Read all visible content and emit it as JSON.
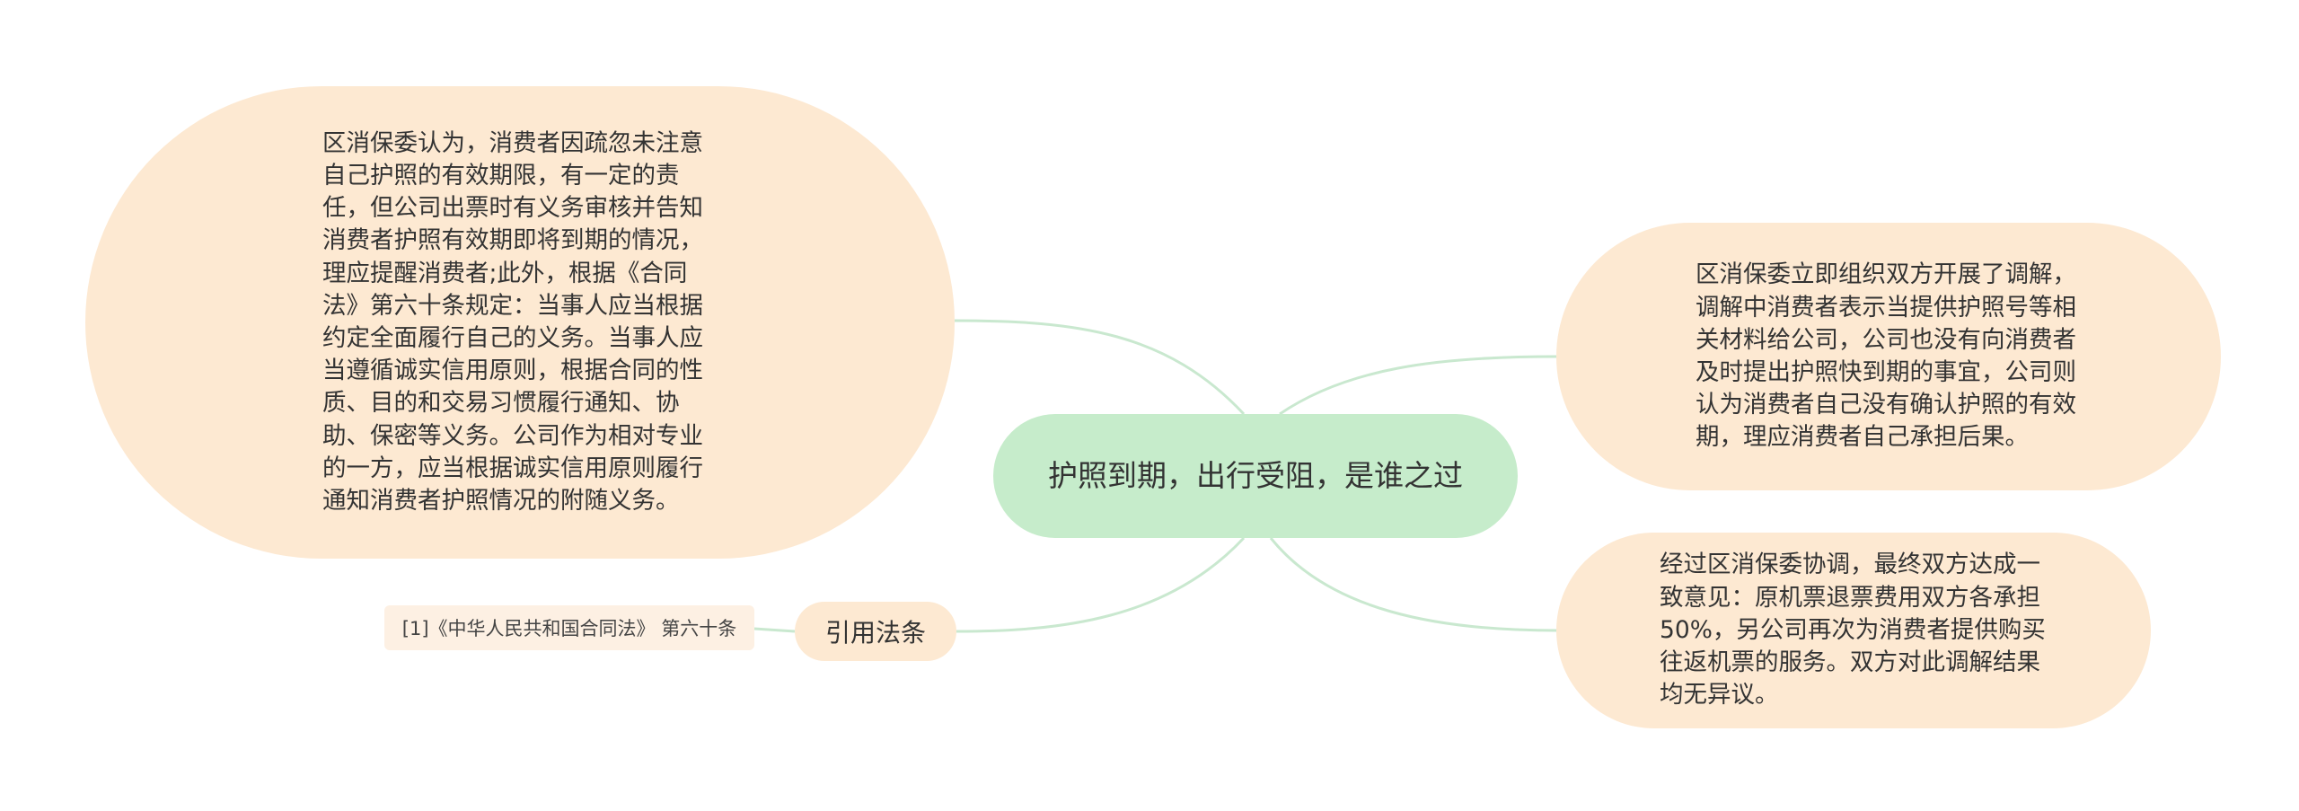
{
  "colors": {
    "root_fill": "#c6eccb",
    "bubble_fill": "#fde9d2",
    "leaf_fill": "#fdf0e3",
    "link_stroke": "#c9e8cf",
    "text": "#333333"
  },
  "mindmap": {
    "root": {
      "label": "护照到期，出行受阻，是谁之过"
    },
    "branches": [
      {
        "id": "left",
        "text": "区消保委认为，消费者因疏忽未注意自己护照的有效期限，有一定的责任，但公司出票时有义务审核并告知消费者护照有效期即将到期的情况，理应提醒消费者;此外，根据《合同法》第六十条规定：当事人应当根据约定全面履行自己的义务。当事人应当遵循诚实信用原则，根据合同的性质、目的和交易习惯履行通知、协助、保密等义务。公司作为相对专业的一方，应当根据诚实信用原则履行通知消费者护照情况的附随义务。"
      },
      {
        "id": "right1",
        "text": "区消保委立即组织双方开展了调解，调解中消费者表示当提供护照号等相关材料给公司，公司也没有向消费者及时提出护照快到期的事宜，公司则认为消费者自己没有确认护照的有效期，理应消费者自己承担后果。"
      },
      {
        "id": "right2",
        "text": "经过区消保委协调，最终双方达成一致意见：原机票退票费用双方各承担50%，另公司再次为消费者提供购买往返机票的服务。双方对此调解结果均无异议。"
      },
      {
        "id": "cite",
        "text": "引用法条",
        "children": [
          {
            "text": "[1]《中华人民共和国合同法》 第六十条"
          }
        ]
      }
    ]
  }
}
